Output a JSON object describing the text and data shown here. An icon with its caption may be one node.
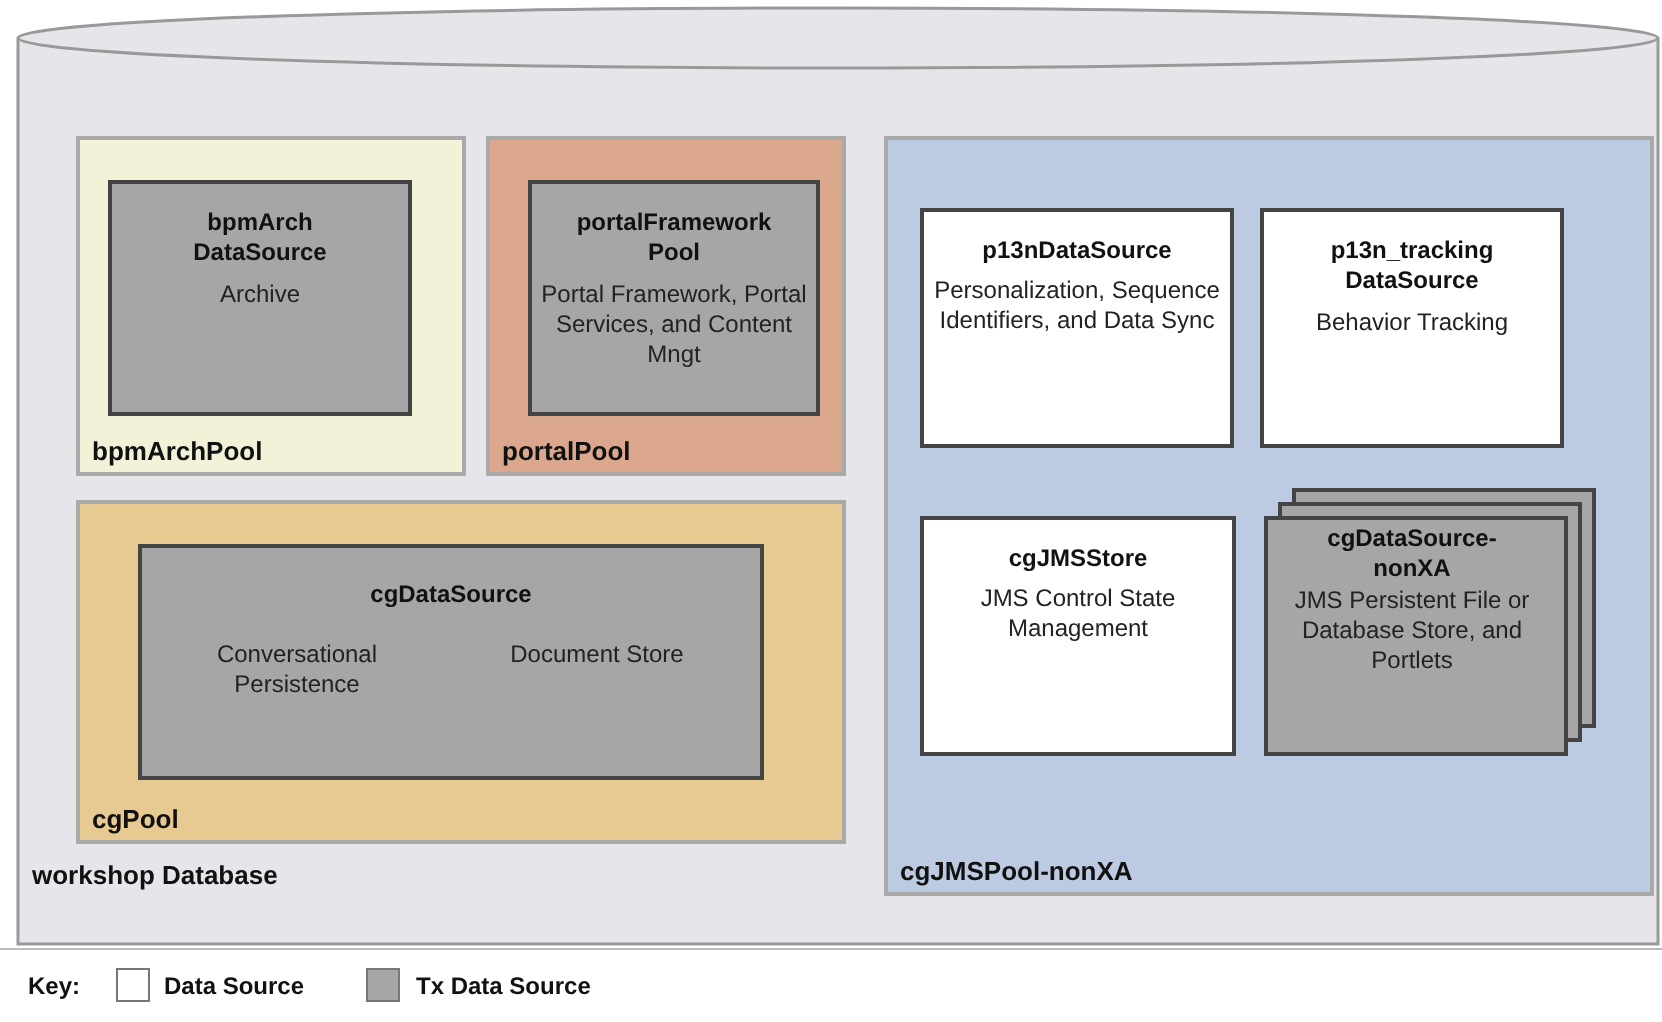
{
  "diagram": {
    "nodes": [
      {
        "text": [
          "workshop Database"
        ]
      },
      {
        "text": [
          "bpmArchPool"
        ],
        "in": 0
      },
      {
        "text": [
          "bpmArch DataSource",
          "Archive"
        ],
        "in": 1
      },
      {
        "text": [
          "portalPool"
        ],
        "in": 0
      },
      {
        "text": [
          "portalFramework Pool",
          "Portal Framework, Portal Services, and Content Mngt"
        ],
        "in": 3
      },
      {
        "text": [
          "cgJMSPool-nonXA"
        ],
        "in": 0
      },
      {
        "text": [
          "p13nDataSource",
          "Personalization, Sequence Identifiers, and Data Sync"
        ],
        "in": 5
      },
      {
        "text": [
          "p13n_tracking DataSource",
          "Behavior Tracking"
        ],
        "in": 5
      },
      {
        "text": [
          "cgJMSStore",
          "JMS Control State Management"
        ],
        "in": 5
      },
      {
        "text": [
          "cgDataSource-nonXA",
          "JMS Persistent File or Database Store, and Portlets"
        ],
        "in": 5
      },
      {
        "text": [
          "cgPool"
        ],
        "in": 0
      },
      {
        "text": [
          "cgDataSource",
          "Conversational Persistence",
          "Document Store"
        ],
        "in": 10
      }
    ],
    "labels": [
      "Key:"
    ],
    "legend": [
      {
        "text": "Data Source",
        "color": "#ffffff"
      },
      {
        "text": "Tx Data Source",
        "color": "#a6a6a6"
      }
    ]
  }
}
